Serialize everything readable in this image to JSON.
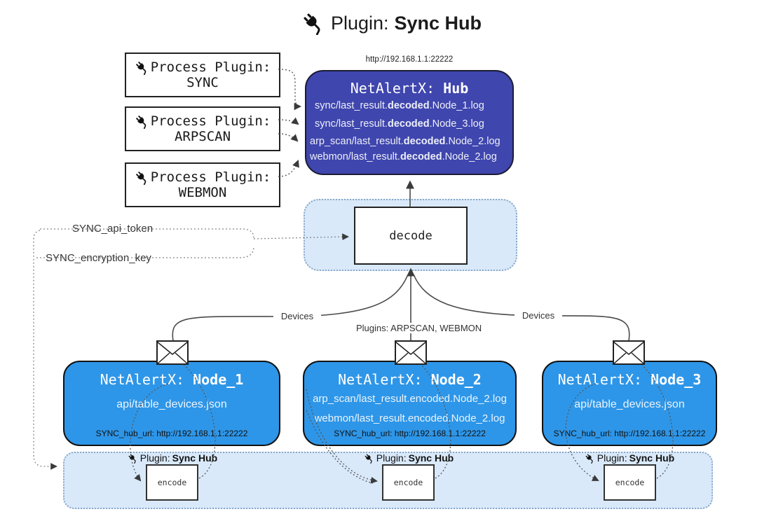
{
  "title": {
    "icon": "plug-icon",
    "prefix": "Plugin: ",
    "bold": "Sync Hub"
  },
  "process_plugins": {
    "label": "Process Plugin:",
    "items": [
      {
        "name": "SYNC"
      },
      {
        "name": "ARPSCAN"
      },
      {
        "name": "WEBMON"
      }
    ]
  },
  "hub": {
    "url": "http://192.168.1.1:22222",
    "title_prefix": "NetAlertX: ",
    "title_bold": "Hub",
    "lines": [
      {
        "pre": "sync/last_result.",
        "bold": "decoded",
        "post": ".Node_1.log"
      },
      {
        "pre": "sync/last_result.",
        "bold": "decoded",
        "post": ".Node_3.log"
      },
      {
        "pre": "arp_scan/last_result.",
        "bold": "decoded",
        "post": ".Node_2.log"
      },
      {
        "pre": "webmon/last_result.",
        "bold": "decoded",
        "post": ".Node_2.log"
      }
    ]
  },
  "decode": {
    "label": "decode"
  },
  "tokens": {
    "api_token": "SYNC_api_token",
    "encryption_key": "SYNC_encryption_key"
  },
  "edges": {
    "devices_left": "Devices",
    "plugins_middle": "Plugins: ARPSCAN, WEBMON",
    "devices_right": "Devices"
  },
  "nodes": [
    {
      "title_prefix": "NetAlertX: ",
      "title_bold": "Node_1",
      "lines": [
        "api/table_devices.json"
      ],
      "hub_url": "SYNC_hub_url: http://192.168.1.1:22222"
    },
    {
      "title_prefix": "NetAlertX: ",
      "title_bold": "Node_2",
      "lines": [
        "arp_scan/last_result.encoded.Node_2.log",
        "webmon/last_result.encoded.Node_2.log"
      ],
      "hub_url": "SYNC_hub_url: http://192.168.1.1:22222"
    },
    {
      "title_prefix": "NetAlertX: ",
      "title_bold": "Node_3",
      "lines": [
        "api/table_devices.json"
      ],
      "hub_url": "SYNC_hub_url: http://192.168.1.1:22222"
    }
  ],
  "encode": {
    "label_prefix": "Plugin: ",
    "label_bold": "Sync Hub",
    "box_label": "encode"
  },
  "colors": {
    "hub_bg": "#3F46AE",
    "node_bg": "#2E96E8",
    "panel_bg": "#D9E9FA",
    "panel_border": "#89A8C8",
    "line": "#4a4a4a"
  }
}
